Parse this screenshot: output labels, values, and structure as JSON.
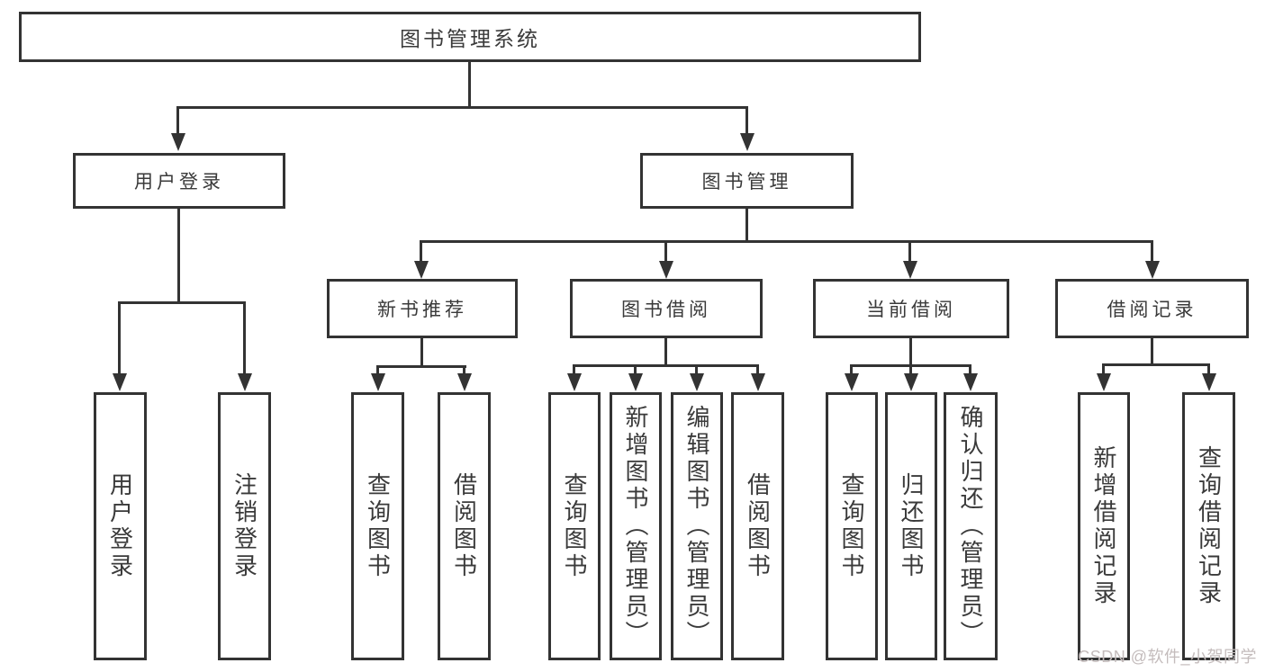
{
  "diagram": {
    "title": "图书管理系统",
    "nodes": {
      "root": "图书管理系统",
      "user_login": "用户登录",
      "book_mgmt": "图书管理",
      "new_book_rec": "新书推荐",
      "book_borrow": "图书借阅",
      "current_borrow": "当前借阅",
      "borrow_records": "借阅记录",
      "leaf_user_login": "用户登录",
      "leaf_logout": "注销登录",
      "leaf_nb_query": "查询图书",
      "leaf_nb_borrow": "借阅图书",
      "leaf_bb_query": "查询图书",
      "leaf_bb_add": "新增图书（管理员）",
      "leaf_bb_edit": "编辑图书（管理员）",
      "leaf_bb_borrow": "借阅图书",
      "leaf_cb_query": "查询图书",
      "leaf_cb_return": "归还图书",
      "leaf_cb_confirm": "确认归还（管理员）",
      "leaf_br_add": "新增借阅记录",
      "leaf_br_query": "查询借阅记录"
    },
    "colors": {
      "line": "#333333",
      "text": "#3a3a3a",
      "background": "#ffffff",
      "watermark": "#c4bcbc"
    }
  },
  "watermark": {
    "text": "CSDN @软件_小贺同学"
  }
}
